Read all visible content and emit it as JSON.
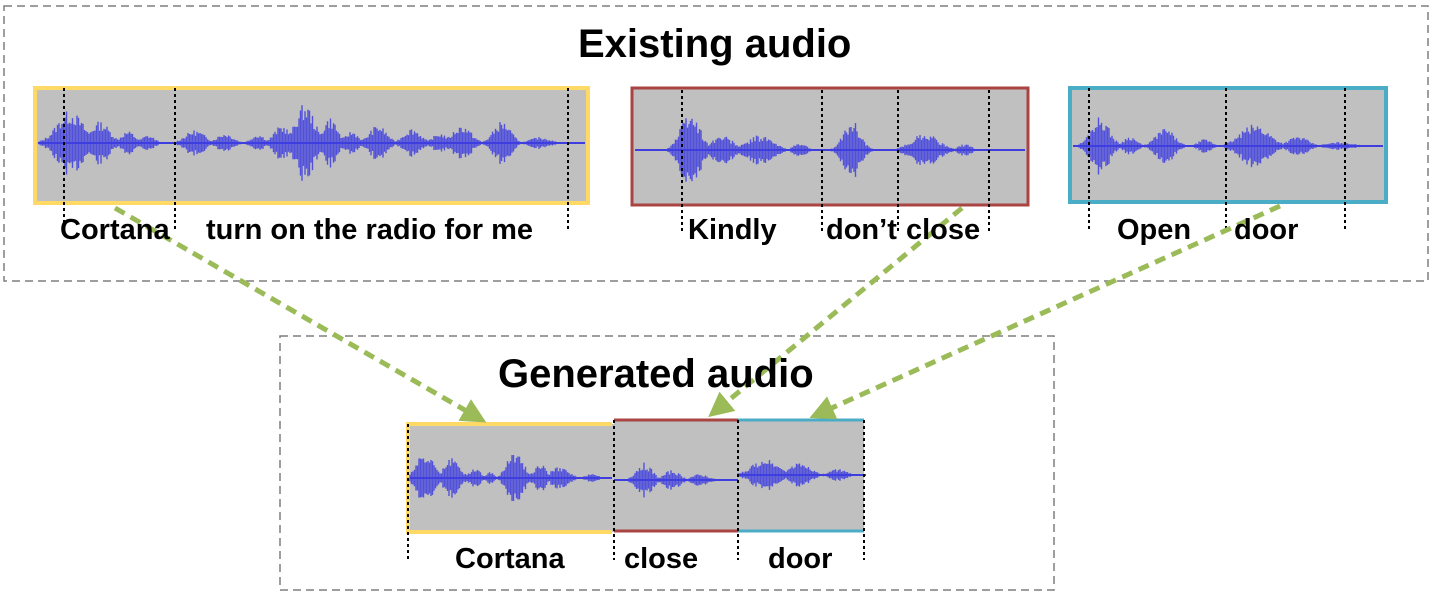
{
  "existing_title": "Existing audio",
  "generated_title": "Generated audio",
  "colors": {
    "clip_yellow": "#FFD966",
    "clip_red": "#A94442",
    "clip_blue": "#4BACC6",
    "waveform": "#3E3EE0",
    "panel_fill": "#C0C0C0",
    "arrow": "#9BBB59",
    "dashed_box": "#7F7F7F"
  },
  "existing_clips": [
    {
      "id": "cortana-clip",
      "color": "clip_yellow",
      "words": [
        "Cortana",
        "turn on the radio for me"
      ]
    },
    {
      "id": "kindly-clip",
      "color": "clip_red",
      "words": [
        "Kindly",
        "don’t",
        "close"
      ]
    },
    {
      "id": "open-clip",
      "color": "clip_blue",
      "words": [
        "Open",
        "door"
      ]
    }
  ],
  "generated_segments": [
    {
      "id": "cortana-seg",
      "color": "clip_yellow",
      "word": "Cortana"
    },
    {
      "id": "close-seg",
      "color": "clip_red",
      "word": "close"
    },
    {
      "id": "door-seg",
      "color": "clip_blue",
      "word": "door"
    }
  ]
}
